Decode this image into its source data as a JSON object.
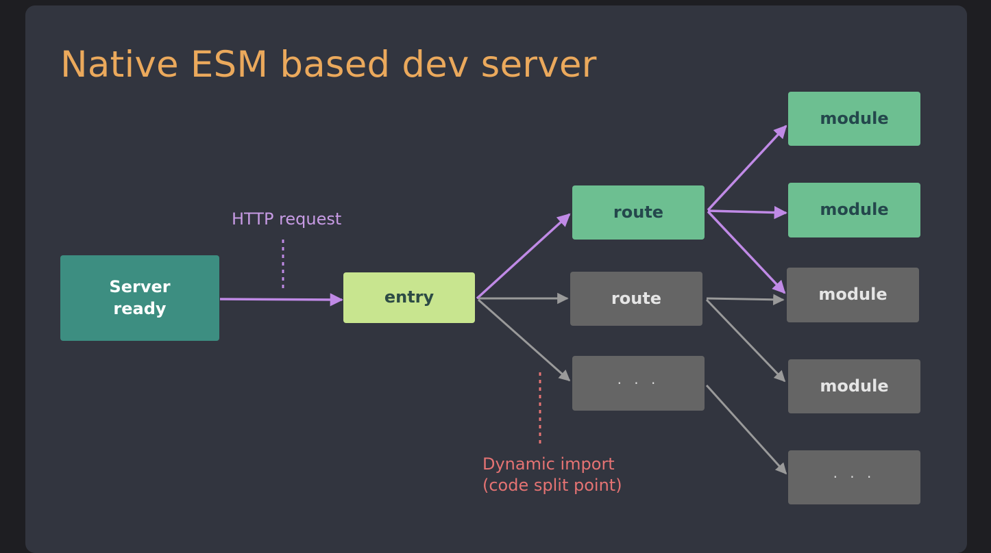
{
  "title": "Native ESM based dev server",
  "nodes": {
    "server_ready": "Server\nready",
    "entry": "entry",
    "route_active": "route",
    "route_idle": "route",
    "route_more": "· · ·",
    "module_1": "module",
    "module_2": "module",
    "module_3": "module",
    "module_4": "module",
    "module_more": "· · ·"
  },
  "labels": {
    "http_request": "HTTP request",
    "dynamic_import_line1": "Dynamic import",
    "dynamic_import_line2": "(code split point)"
  },
  "colors": {
    "title": "#eba95c",
    "active_edge": "#c08ae6",
    "inactive_edge": "#9a9a9a",
    "server_ready": "#3d8e81",
    "entry": "#c8e58f",
    "loaded_module": "#6dbf91",
    "unloaded_module": "#656565",
    "dynamic_import_label": "#e57373"
  }
}
